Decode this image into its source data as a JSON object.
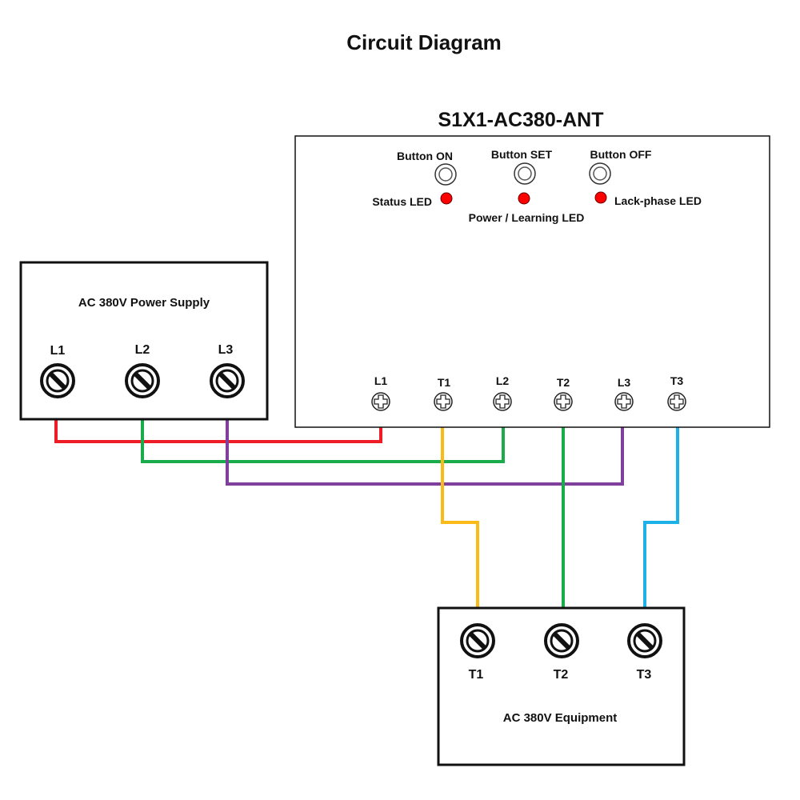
{
  "title": "Circuit Diagram",
  "controller": {
    "model": "S1X1-AC380-ANT",
    "button_on_label": "Button ON",
    "button_set_label": "Button SET",
    "button_off_label": "Button OFF",
    "status_led_label": "Status LED",
    "power_led_label": "Power / Learning LED",
    "lack_phase_led_label": "Lack-phase LED",
    "led_color": "#ff0000",
    "terminals": [
      "L1",
      "T1",
      "L2",
      "T2",
      "L3",
      "T3"
    ]
  },
  "power_supply": {
    "label": "AC 380V Power Supply",
    "terminals": [
      "L1",
      "L2",
      "L3"
    ]
  },
  "equipment": {
    "label": "AC 380V Equipment",
    "terminals": [
      "T1",
      "T2",
      "T3"
    ]
  },
  "wire_colors": {
    "L1": "#ee1c25",
    "L2": "#1aab4b",
    "L3": "#7e3f9d",
    "T1": "#fbbb16",
    "T2": "#1aab4b",
    "T3": "#1cb2e8"
  }
}
